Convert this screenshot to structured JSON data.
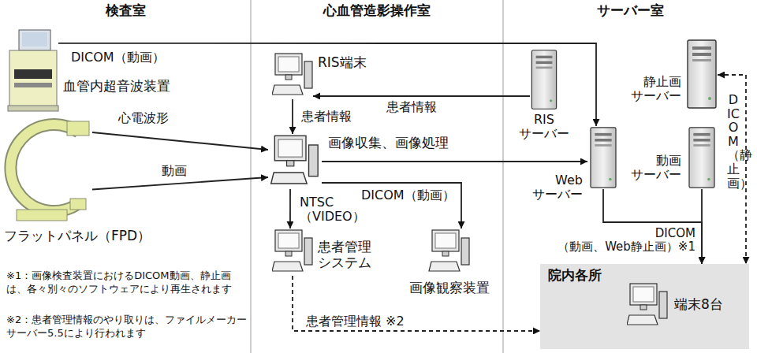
{
  "diagram": {
    "nodes": [
      {
        "text": [
          "血管内超音波装置"
        ]
      },
      {
        "text": [
          "フラットパネル（FPD）"
        ]
      },
      {
        "text": [
          "RIS端末"
        ]
      },
      {
        "text": [
          "画像収集、画像処理"
        ]
      },
      {
        "text": [
          "患者管理 システム"
        ]
      },
      {
        "text": [
          "画像観察装置"
        ]
      },
      {
        "text": [
          "RIS サーバー"
        ]
      },
      {
        "text": [
          "静止画 サーバー"
        ]
      },
      {
        "text": [
          "Web サーバー"
        ]
      },
      {
        "text": [
          "動画 サーバー"
        ]
      },
      {
        "text": [
          "院内各所"
        ]
      },
      {
        "text": [
          "端末8台"
        ],
        "in": 10
      }
    ],
    "edges": [
      {
        "from": 0,
        "to": 8,
        "label": "DICOM（動画）",
        "arrow": "to"
      },
      {
        "from": 1,
        "to": 3,
        "label": "心電波形",
        "arrow": "to"
      },
      {
        "from": 1,
        "to": 3,
        "label": "動画",
        "arrow": "to"
      },
      {
        "from": 6,
        "to": 2,
        "label": "患者情報",
        "arrow": "to"
      },
      {
        "from": 2,
        "to": 3,
        "label": "患者情報",
        "arrow": "to"
      },
      {
        "from": 3,
        "to": 8,
        "arrow": "to"
      },
      {
        "from": 3,
        "to": 4,
        "label": "NTSC （VIDEO）",
        "arrow": "to"
      },
      {
        "from": 3,
        "to": 5,
        "label": "DICOM（動画）",
        "arrow": "to"
      },
      {
        "from": 8,
        "to": 10,
        "label": "DICOM （動画、Web静止画）※1",
        "arrow": "to"
      },
      {
        "from": 9,
        "to": 10,
        "arrow": "to"
      },
      {
        "from": 7,
        "to": 10,
        "label": "DICOM（静止画）",
        "arrow": "both"
      },
      {
        "from": 4,
        "to": 10,
        "label": "患者管理情報 ※2",
        "arrow": "to"
      }
    ],
    "labels": [
      "検査室",
      "心血管造影操作室",
      "サーバー室",
      "※1：画像検査装置におけるDICOM動画、静止画は、各々別々のソフトウェアにより再生されます",
      "※2：患者管理情報のやり取りは、ファイルメーカーサーバー5.5により行われます"
    ]
  }
}
